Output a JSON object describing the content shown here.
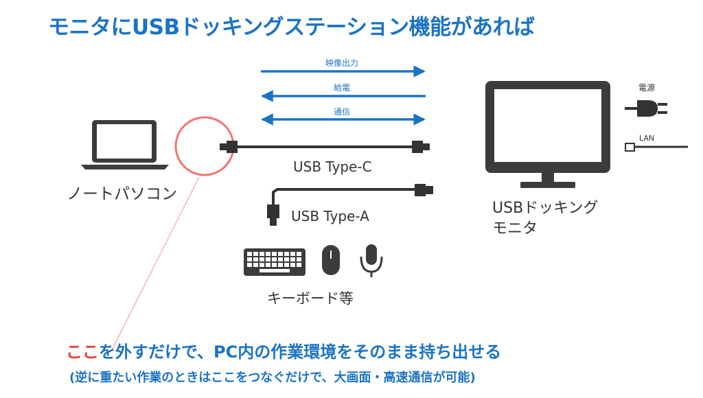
{
  "title": "モニタにUSBドッキングステーション機能があれば",
  "arrows": {
    "video_out": "映像出力",
    "power": "給電",
    "comm": "通信"
  },
  "labels": {
    "laptop": "ノートパソコン",
    "cable_c": "USB Type-C",
    "cable_a": "USB Type-A",
    "monitor_line1": "USBドッキング",
    "monitor_line2": "モニタ",
    "peripherals": "キーボード等",
    "power_label": "電源",
    "lan_label": "LAN"
  },
  "footer": {
    "highlight": "ここ",
    "main_rest": "を外すだけで、PC内の作業環境をそのまま持ち出せる",
    "sub": "(逆に重たい作業のときはここをつなぐだけで、大画面・高速通信が可能)"
  },
  "colors": {
    "accent_blue": "#1b73c4",
    "highlight_red": "#e8413b",
    "device_gray": "#3c3c3c"
  }
}
